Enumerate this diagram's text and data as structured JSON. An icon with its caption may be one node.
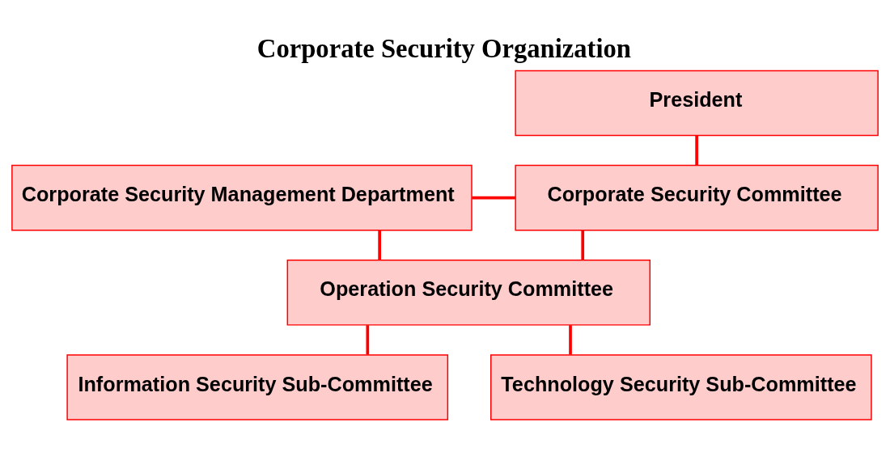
{
  "diagram": {
    "title": "Corporate Security Organization",
    "nodes": [
      {
        "text": [
          "President"
        ]
      },
      {
        "text": [
          "Corporate Security Committee"
        ]
      },
      {
        "text": [
          "Corporate Security Management Department"
        ]
      },
      {
        "text": [
          "Operation Security Committee"
        ]
      },
      {
        "text": [
          "Information Security Sub-Committee"
        ]
      },
      {
        "text": [
          "Technology Security Sub-Committee"
        ]
      }
    ],
    "edges": [
      {
        "from": 0,
        "to": 1,
        "arrow": "none"
      },
      {
        "from": 2,
        "to": 1,
        "arrow": "none"
      },
      {
        "from": 1,
        "to": 3,
        "arrow": "none"
      },
      {
        "from": 2,
        "to": 3,
        "arrow": "none"
      },
      {
        "from": 3,
        "to": 4,
        "arrow": "none"
      },
      {
        "from": 3,
        "to": 5,
        "arrow": "none"
      }
    ]
  }
}
